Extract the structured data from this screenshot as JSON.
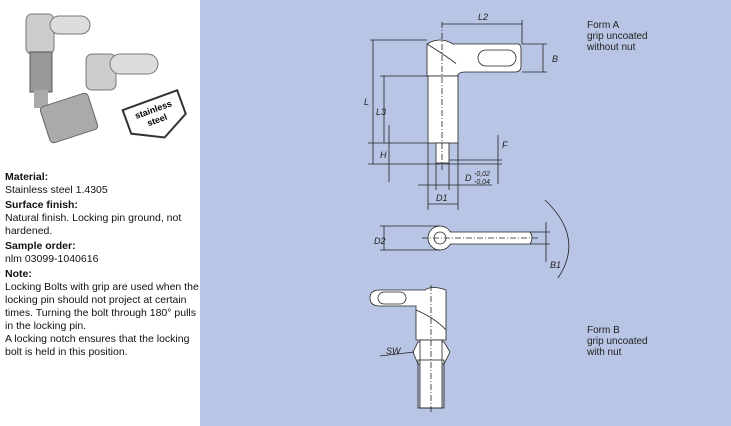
{
  "photo": {
    "badge": "stainless steel"
  },
  "info": {
    "material_label": "Material:",
    "material": "Stainless steel 1.4305",
    "surface_label": "Surface finish:",
    "surface": "Natural finish. Locking pin ground, not hardened.",
    "sample_label": "Sample order:",
    "sample": "nlm 03099-1040616",
    "note_label": "Note:",
    "note1": "Locking Bolts with grip are used when the locking pin should not project at certain times. Turning the bolt through 180° pulls in the locking pin.",
    "note2": "A locking notch ensures that the locking bolt is held in this position."
  },
  "drawing": {
    "form_a": "Form A\ngrip uncoated\nwithout nut",
    "form_b": "Form B\ngrip uncoated\nwith nut",
    "dims": {
      "L2": "L2",
      "B": "B",
      "L": "L",
      "L3": "L3",
      "H": "H",
      "F": "F",
      "D": "D",
      "D_tol_upper": "-0,02",
      "D_tol_lower": "-0,04",
      "D1": "D1",
      "D2": "D2",
      "B1": "B1",
      "SW": "SW"
    }
  }
}
